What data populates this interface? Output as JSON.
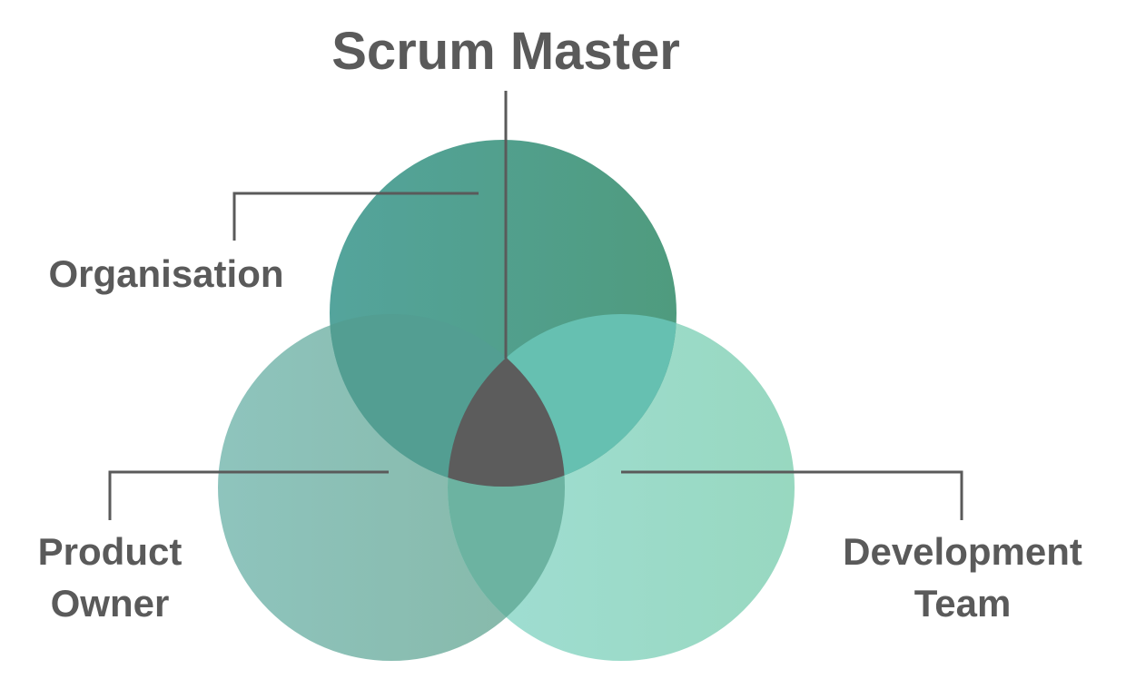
{
  "diagram": {
    "title": "Scrum Master",
    "labels": {
      "organisation": "Organisation",
      "product_owner_line1": "Product",
      "product_owner_line2": "Owner",
      "development_team_line1": "Development",
      "development_team_line2": "Team"
    },
    "colors": {
      "top_circle_left": "#54a49c",
      "top_circle_right": "#4f9b7e",
      "left_circle_left": "#8ec4bd",
      "left_circle_right": "#86b8a8",
      "right_circle_left": "#a0ded4",
      "right_circle_right": "#98d8c0",
      "center_intersection": "#5c5c5c",
      "lines": "#5a5a5a",
      "text": "#5a5a5a"
    }
  }
}
